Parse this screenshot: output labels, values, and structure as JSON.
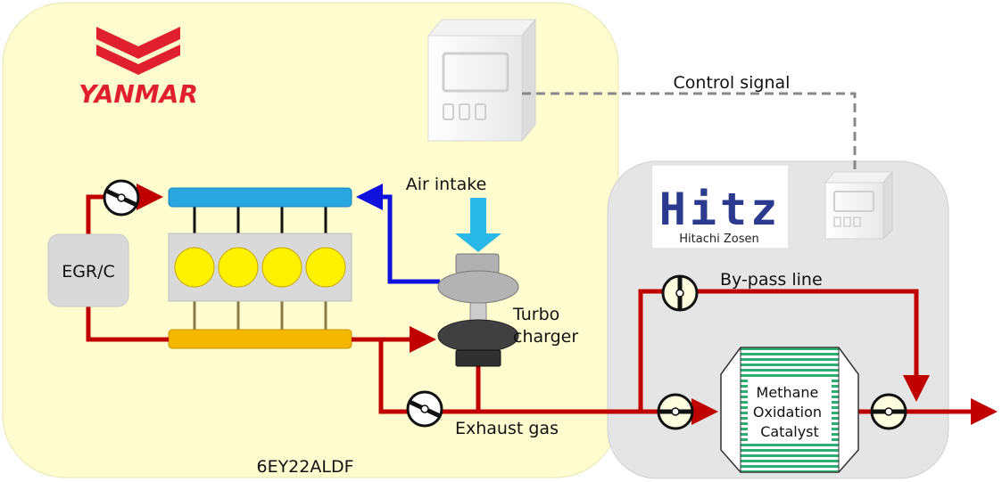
{
  "brand": {
    "engine_maker": "YANMAR",
    "catalyst_maker": "Hitz",
    "catalyst_maker_sub": "Hitachi Zosen",
    "colors": {
      "engine_zone": "#FFFDD0",
      "catalyst_zone": "#E5E5E5",
      "exhaust_line": "#C00000",
      "air_line": "#1111DD",
      "intake_manifold": "#2AA6DF",
      "exhaust_manifold": "#F6B700",
      "cylinder": "#FFF200",
      "catalyst_stripes": "#2EAE73",
      "yanmar_red": "#E0202E",
      "hitz_blue": "#2B3A8E"
    }
  },
  "labels": {
    "control_signal": "Control signal",
    "air_intake": "Air intake",
    "egr_cooler": "EGR/C",
    "turbo": "Turbo\ncharger",
    "exhaust_gas": "Exhaust gas",
    "engine_model": "6EY22ALDF",
    "bypass_line": "By-pass line",
    "catalyst": "Methane\nOxidation\nCatalyst"
  },
  "icons": [
    "yanmar-logo",
    "control-panel-icon",
    "valve-icon",
    "turbocharger-icon",
    "catalyst-icon"
  ]
}
